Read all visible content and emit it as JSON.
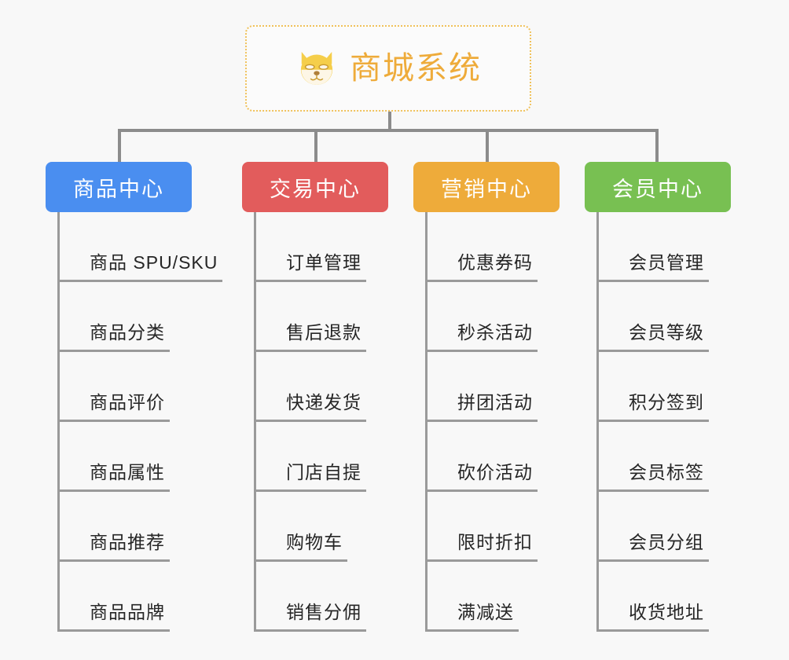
{
  "page": {
    "background_color": "#f8f8f8",
    "line_color": "#9a9a9a",
    "connector_color": "#8c8c8c"
  },
  "root": {
    "title": "商城系统",
    "icon": "dog-face-emoji",
    "title_color": "#eeab3a",
    "border_color": "#f0c15a",
    "background_color": "#fbfbfb"
  },
  "branches": [
    {
      "label": "商品中心",
      "color": "#4a8ef0",
      "items": [
        {
          "label": "商品 SPU/SKU"
        },
        {
          "label": "商品分类"
        },
        {
          "label": "商品评价"
        },
        {
          "label": "商品属性"
        },
        {
          "label": "商品推荐"
        },
        {
          "label": "商品品牌"
        }
      ]
    },
    {
      "label": "交易中心",
      "color": "#e25c5c",
      "items": [
        {
          "label": "订单管理"
        },
        {
          "label": "售后退款"
        },
        {
          "label": "快递发货"
        },
        {
          "label": "门店自提"
        },
        {
          "label": "购物车"
        },
        {
          "label": "销售分佣"
        }
      ]
    },
    {
      "label": "营销中心",
      "color": "#eeab3a",
      "items": [
        {
          "label": "优惠券码"
        },
        {
          "label": "秒杀活动"
        },
        {
          "label": "拼团活动"
        },
        {
          "label": "砍价活动"
        },
        {
          "label": "限时折扣"
        },
        {
          "label": "满减送"
        }
      ]
    },
    {
      "label": "会员中心",
      "color": "#78c052",
      "items": [
        {
          "label": "会员管理"
        },
        {
          "label": "会员等级"
        },
        {
          "label": "积分签到"
        },
        {
          "label": "会员标签"
        },
        {
          "label": "会员分组"
        },
        {
          "label": "收货地址"
        }
      ]
    }
  ]
}
